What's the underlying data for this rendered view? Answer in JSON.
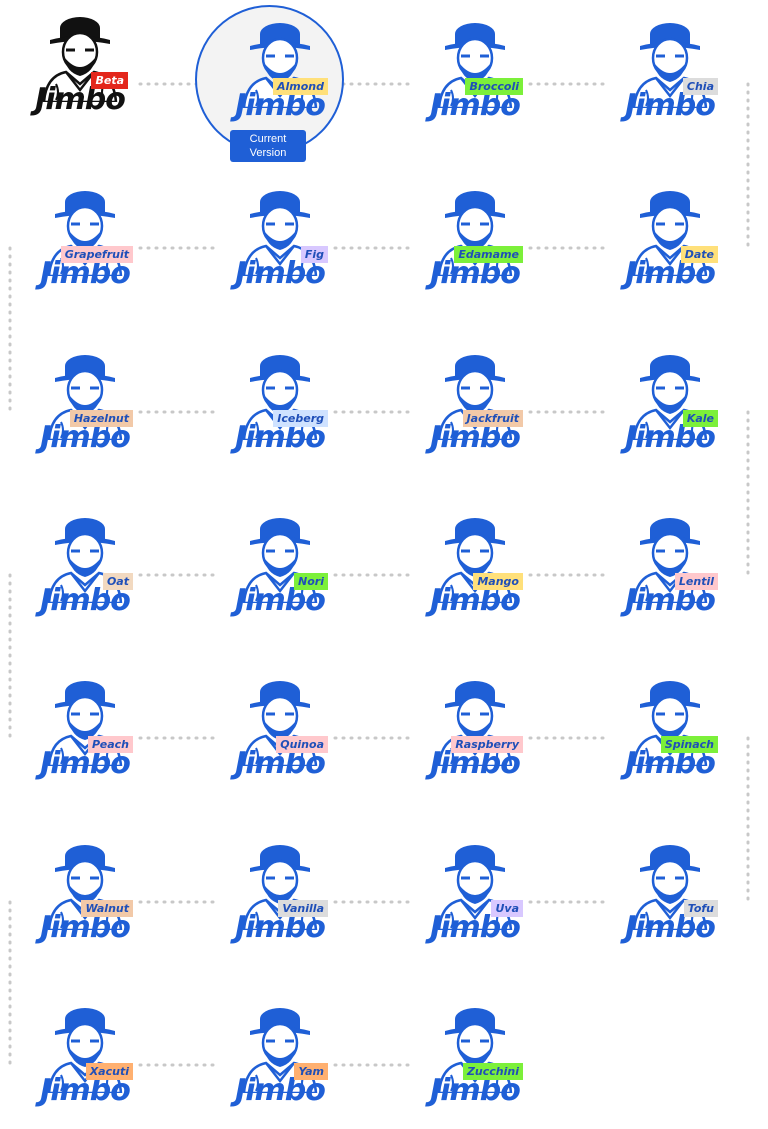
{
  "colors": {
    "brand_blue": "#1f5fd6",
    "beta_red": "#e3261b",
    "dotted_line": "#c8c8c8"
  },
  "beta_logo": {
    "wordmark": "Jimbo",
    "tag": "Beta",
    "icon": "man-in-hat-icon"
  },
  "current_badge": "Current\nVersion",
  "versions": [
    {
      "name": "Almond",
      "wordmark": "Jimbo",
      "tag_color": "#ffe07a"
    },
    {
      "name": "Broccoli",
      "wordmark": "Jimbo",
      "tag_color": "#7cf03a"
    },
    {
      "name": "Chia",
      "wordmark": "Jimbo",
      "tag_color": "#dcdcdc"
    },
    {
      "name": "Date",
      "wordmark": "Jimbo",
      "tag_color": "#ffe07a"
    },
    {
      "name": "Edamame",
      "wordmark": "Jimbo",
      "tag_color": "#7cf03a"
    },
    {
      "name": "Fig",
      "wordmark": "Jimbo",
      "tag_color": "#d8c8ff"
    },
    {
      "name": "Grapefruit",
      "wordmark": "Jimbo",
      "tag_color": "#ffc8cc"
    },
    {
      "name": "Hazelnut",
      "wordmark": "Jimbo",
      "tag_color": "#f2c9a8"
    },
    {
      "name": "Iceberg",
      "wordmark": "Jimbo",
      "tag_color": "#cfe2ff"
    },
    {
      "name": "Jackfruit",
      "wordmark": "Jimbo",
      "tag_color": "#f2c9a8"
    },
    {
      "name": "Kale",
      "wordmark": "Jimbo",
      "tag_color": "#7cf03a"
    },
    {
      "name": "Lentil",
      "wordmark": "Jimbo",
      "tag_color": "#ffc8cc"
    },
    {
      "name": "Mango",
      "wordmark": "Jimbo",
      "tag_color": "#ffe07a"
    },
    {
      "name": "Nori",
      "wordmark": "Jimbo",
      "tag_color": "#7cf03a"
    },
    {
      "name": "Oat",
      "wordmark": "Jimbo",
      "tag_color": "#f2d9c0"
    },
    {
      "name": "Peach",
      "wordmark": "Jimbo",
      "tag_color": "#ffc8cc"
    },
    {
      "name": "Quinoa",
      "wordmark": "Jimbo",
      "tag_color": "#ffc8cc"
    },
    {
      "name": "Raspberry",
      "wordmark": "Jimbo",
      "tag_color": "#ffc8cc"
    },
    {
      "name": "Spinach",
      "wordmark": "Jimbo",
      "tag_color": "#7cf03a"
    },
    {
      "name": "Tofu",
      "wordmark": "Jimbo",
      "tag_color": "#dcdcdc"
    },
    {
      "name": "Uva",
      "wordmark": "Jimbo",
      "tag_color": "#d8c8ff"
    },
    {
      "name": "Vanilla",
      "wordmark": "Jimbo",
      "tag_color": "#dcdcdc"
    },
    {
      "name": "Walnut",
      "wordmark": "Jimbo",
      "tag_color": "#f2c9a8"
    },
    {
      "name": "Xacuti",
      "wordmark": "Jimbo",
      "tag_color": "#ffb070"
    },
    {
      "name": "Yam",
      "wordmark": "Jimbo",
      "tag_color": "#ffb070"
    },
    {
      "name": "Zucchini",
      "wordmark": "Jimbo",
      "tag_color": "#7cf03a"
    }
  ]
}
